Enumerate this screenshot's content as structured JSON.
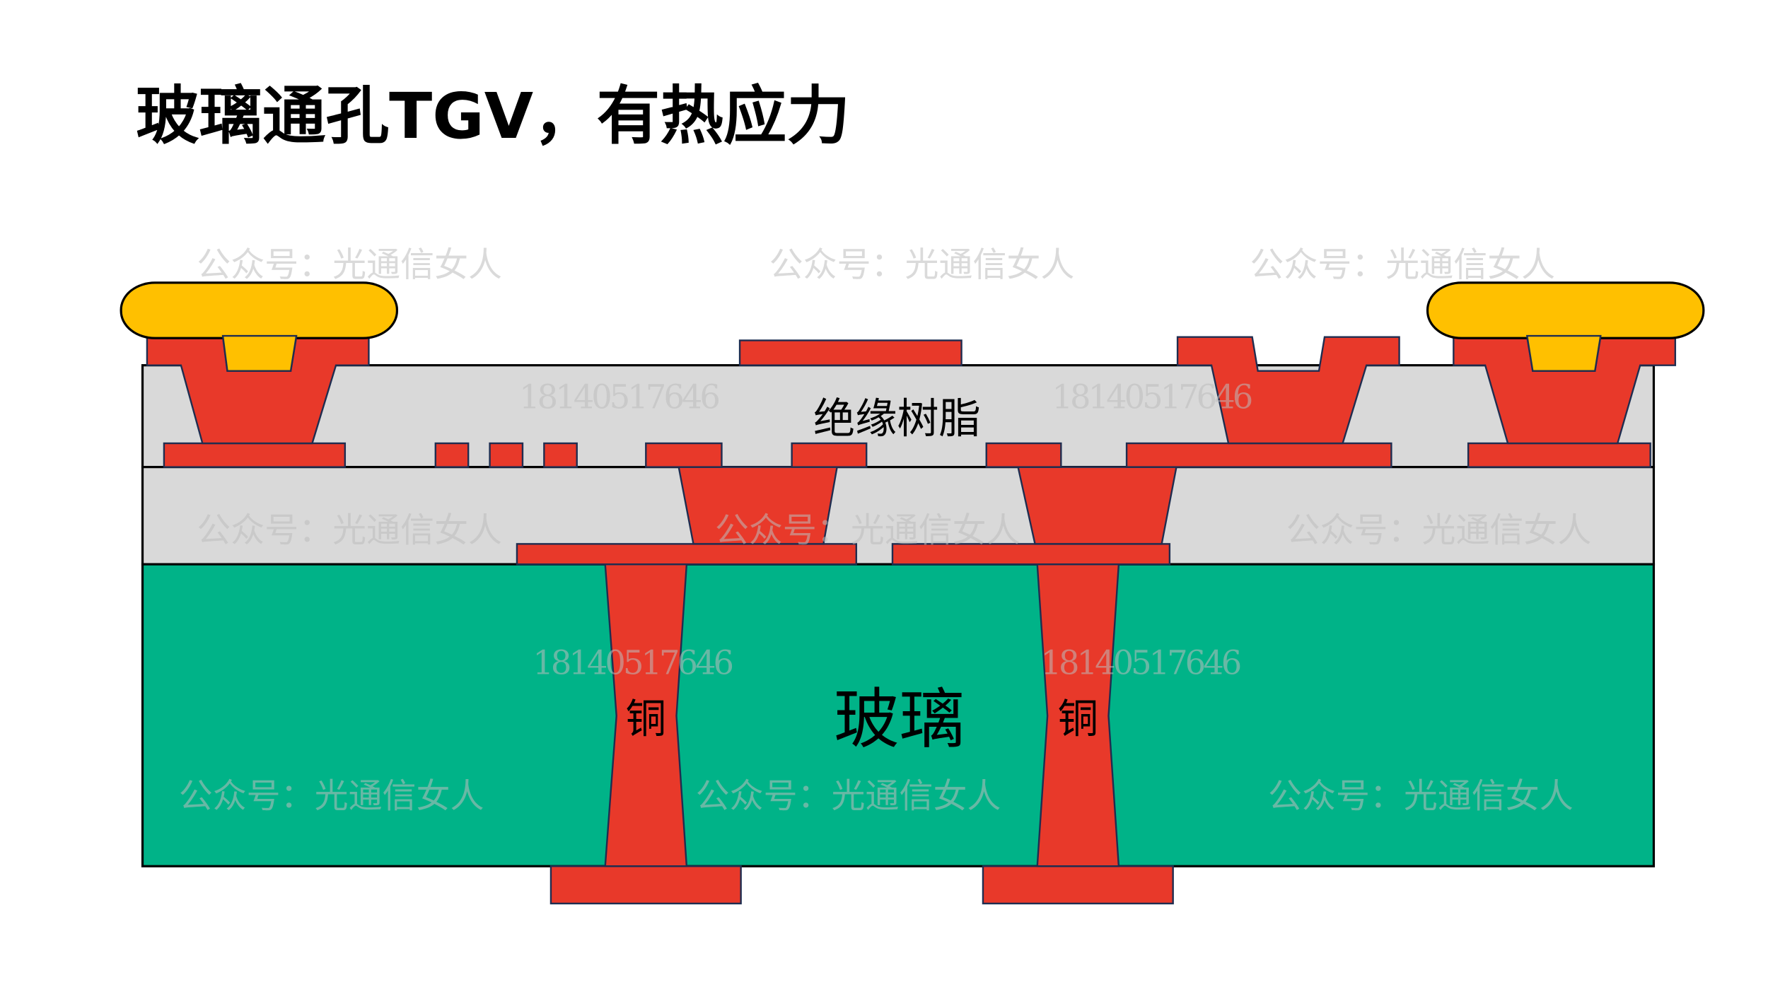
{
  "title": "玻璃通孔TGV，有热应力",
  "labels": {
    "resin": "绝缘树脂",
    "glass": "玻璃",
    "copper_left": "铜",
    "copper_right": "铜"
  },
  "watermarks": {
    "account": "公众号：光通信女人",
    "phone": "18140517646"
  },
  "colors": {
    "copper": "#e8392a",
    "glass": "#00b388",
    "resin": "#d9d9d9",
    "solder": "#ffc000"
  }
}
